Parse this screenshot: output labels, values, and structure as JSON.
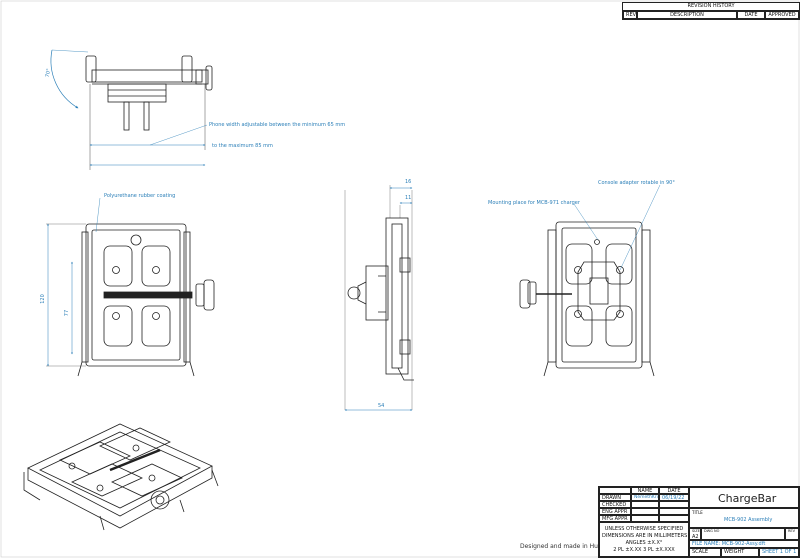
{
  "revision": {
    "title": "REVISION HISTORY",
    "headers": [
      "REV",
      "DESCRIPTION",
      "DATE",
      "APPROVED"
    ]
  },
  "notes": {
    "phone_width": "Phone width adjustable between the minimum 65 mm",
    "phone_max": "to the maximum 85 mm",
    "rubber": "Polyurethane rubber coating",
    "console": "Console adapter rotable in 90°",
    "mounting": "Mounting place for MCB-971 charger"
  },
  "dims": {
    "angle": "70°",
    "height_total": "120",
    "height_inner": "77",
    "d16": "16",
    "d11": "11",
    "d54": "54"
  },
  "made_in": "Designed and made in Hungary",
  "titleblock": {
    "col_name": "NAME",
    "col_date": "DATE",
    "drawn_label": "DRAWN",
    "drawn_name": "NémethKristóf",
    "drawn_date": "06/19/22",
    "checked_label": "CHECKED",
    "eng_label": "ENG APPR",
    "mfg_label": "MFG APPR",
    "tolerance_1": "UNLESS OTHERWISE SPECIFIED",
    "tolerance_2": "DIMENSIONS ARE IN MILLIMETERS",
    "tolerance_3": "ANGLES ±X.X°",
    "tolerance_4": "2 PL ±X.XX  3 PL ±X.XXX",
    "brand": "ChargeBar",
    "title_label": "TITLE",
    "title_value": "MCB-902 Assembly",
    "size_label": "SIZE",
    "size_value": "A2",
    "dwg_label": "DWG NO",
    "rev_label": "REV",
    "filename": "FILE NAME: MCB-902-Assy.dft",
    "scale_label": "SCALE",
    "weight_label": "WEIGHT",
    "sheet_label": "SHEET 1 OF 1"
  },
  "colors": {
    "line": "#222222",
    "accent": "#2b7fb8"
  }
}
